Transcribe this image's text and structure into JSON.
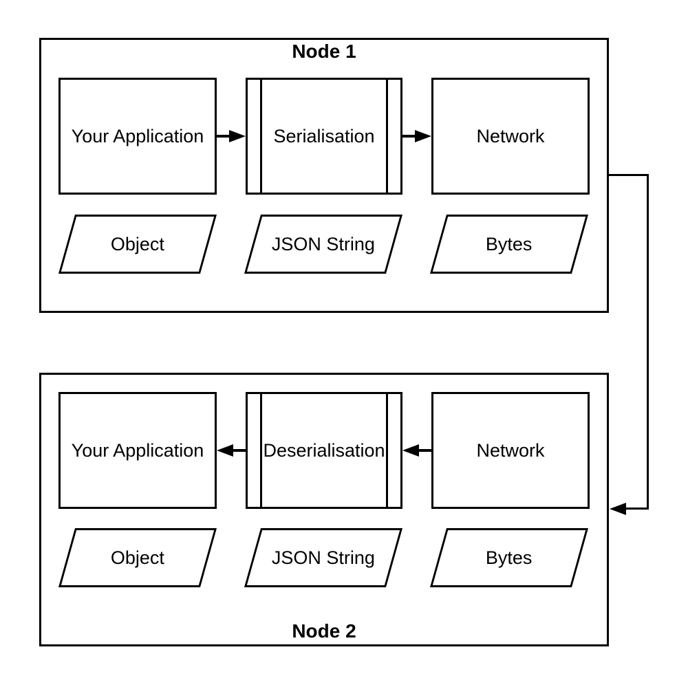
{
  "colors": {
    "stroke": "#000000",
    "background": "#ffffff"
  },
  "node1": {
    "title": "Node 1",
    "boxes": {
      "application": {
        "label": "Your Application"
      },
      "serialisation": {
        "label": "Serialisation",
        "shape": "predefined-process"
      },
      "network": {
        "label": "Network"
      }
    },
    "shapes": {
      "object": {
        "label": "Object"
      },
      "json_string": {
        "label": "JSON String"
      },
      "bytes": {
        "label": "Bytes"
      }
    },
    "flow_direction": "right"
  },
  "node2": {
    "title": "Node 2",
    "boxes": {
      "application": {
        "label": "Your Application"
      },
      "deserialisation": {
        "label": "Deserialisation",
        "shape": "predefined-process"
      },
      "network": {
        "label": "Network"
      }
    },
    "shapes": {
      "object": {
        "label": "Object"
      },
      "json_string": {
        "label": "JSON String"
      },
      "bytes": {
        "label": "Bytes"
      }
    },
    "flow_direction": "left"
  },
  "connector": {
    "from": "node1",
    "to": "node2"
  }
}
